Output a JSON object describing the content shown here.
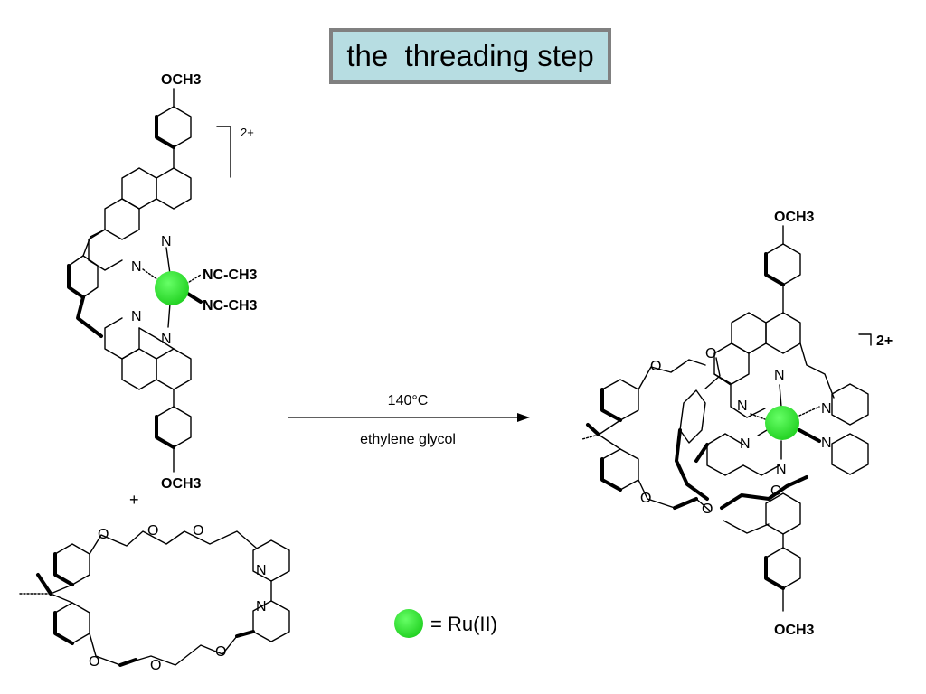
{
  "title": "the  threading step",
  "reactant_complex": {
    "top_substituent": "OCH3",
    "bottom_substituent": "OCH3",
    "ligand_1": "NC-CH3",
    "ligand_2": "NC-CH3",
    "charge": "2+",
    "nitrogen_label": "N"
  },
  "plus_sign": "+",
  "macrocycle": {
    "oxygen_label": "O",
    "nitrogen_label": "N"
  },
  "reaction": {
    "temperature": "140°C",
    "solvent": "ethylene glycol"
  },
  "product": {
    "top_substituent": "OCH3",
    "bottom_substituent": "OCH3",
    "charge": "2+",
    "nitrogen_label": "N",
    "oxygen_label": "O"
  },
  "legend": {
    "text": "= Ru(II)",
    "ball_color": "#22dd22"
  },
  "colors": {
    "title_background": "#b7dde2",
    "title_border": "#808080",
    "metal": "#22dd22"
  }
}
